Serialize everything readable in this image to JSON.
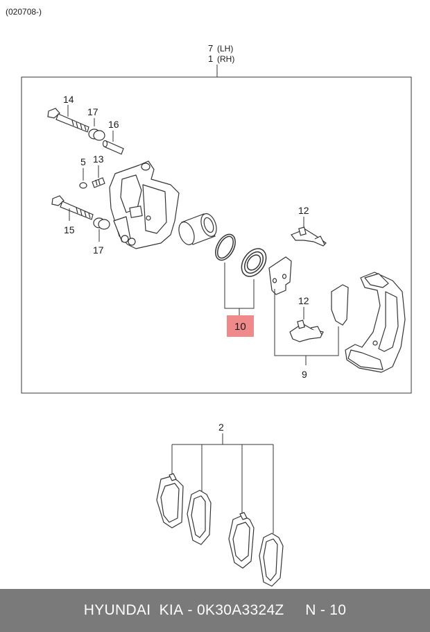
{
  "date_code": "(020708-)",
  "assembly": {
    "lh_num": "7",
    "lh_side": "(LH)",
    "rh_num": "1",
    "rh_side": "(RH)"
  },
  "parts": {
    "bolt_upper": "14",
    "bushing_upper": "17",
    "pin": "16",
    "cap": "5",
    "bleeder": "13",
    "bolt_lower": "15",
    "bushing_lower": "17",
    "clip_upper": "12",
    "clip_lower": "12",
    "seal_kit": "10",
    "bracket_group": "9",
    "pad_set": "2"
  },
  "highlight_color": "#f08a8a",
  "footer": {
    "brand": "HYUNDAI  KIA",
    "part_number": "0K30A3324Z",
    "ref": "N - 10"
  }
}
